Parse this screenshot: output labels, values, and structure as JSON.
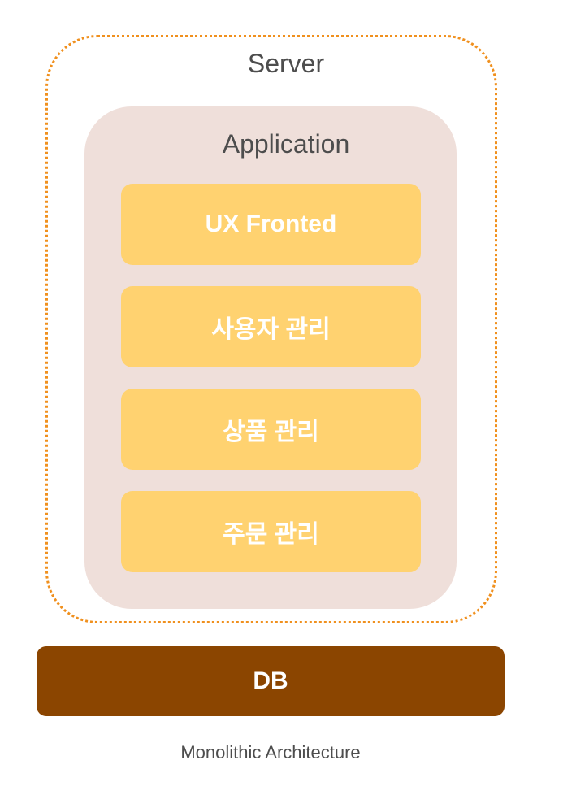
{
  "server": {
    "label": "Server",
    "border_color": "#f0901e"
  },
  "application": {
    "label": "Application",
    "background_color": "#efdfda",
    "modules": [
      {
        "label": "UX Fronted"
      },
      {
        "label": "사용자 관리"
      },
      {
        "label": "상품 관리"
      },
      {
        "label": "주문 관리"
      }
    ],
    "module_color": "#ffd270"
  },
  "db": {
    "label": "DB",
    "color": "#8b4500"
  },
  "caption": "Monolithic Architecture"
}
